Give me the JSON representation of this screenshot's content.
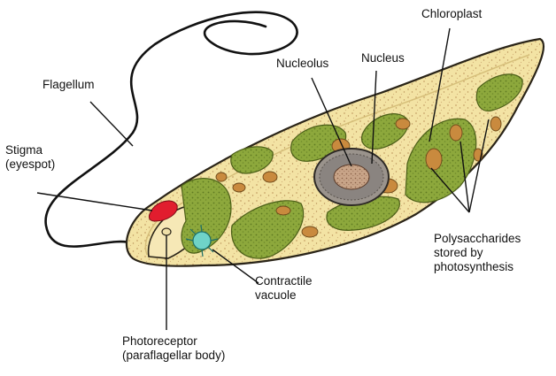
{
  "diagram": {
    "labels": {
      "flagellum": "Flagellum",
      "stigma": [
        "Stigma",
        "(eyespot)"
      ],
      "nucleolus": "Nucleolus",
      "nucleus": "Nucleus",
      "chloroplast": "Chloroplast",
      "polysaccharides": [
        "Polysaccharides",
        "stored by",
        "photosynthesis"
      ],
      "contractile_vacuole": [
        "Contractile",
        "vacuole"
      ],
      "photoreceptor": [
        "Photoreceptor",
        "(paraflagellar body)"
      ]
    },
    "colors": {
      "cytoplasm": "#f3e3a4",
      "cytoplasm_speckle": "#c9a46a",
      "outline": "#2a2418",
      "chloroplast": "#8da83c",
      "chloroplast_dark": "#5f7a22",
      "polysaccharide": "#c98a3e",
      "stigma": "#e11d2e",
      "vacuole": "#6fd3c8",
      "nucleus": "#8a8480",
      "nucleolus": "#c8a488"
    }
  }
}
